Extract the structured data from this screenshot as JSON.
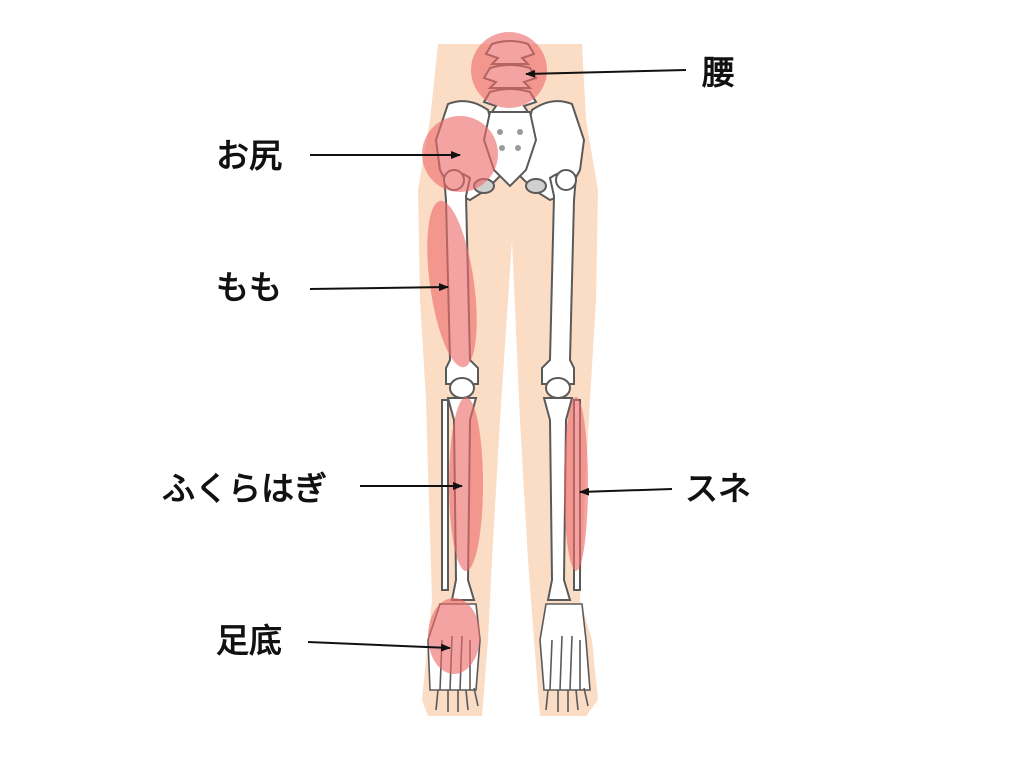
{
  "labels": {
    "waist": "腰",
    "buttocks": "お尻",
    "thigh": "もも",
    "calf": "ふくらはぎ",
    "shin": "スネ",
    "sole": "足底"
  },
  "colors": {
    "skin": "#fbdcc4",
    "bone_fill": "#ffffff",
    "bone_stroke": "#5a5a5a",
    "highlight": "#ee6b6b",
    "arrow": "#111111"
  }
}
